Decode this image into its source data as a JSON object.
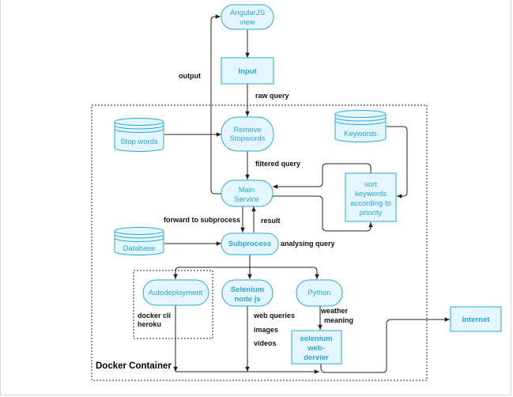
{
  "container_title": "Docker Container",
  "nodes": {
    "angular": [
      "AngularJS",
      "view"
    ],
    "input": [
      "Input"
    ],
    "stopwords_db": [
      "Stop words"
    ],
    "remove_stopwords": [
      "Remove",
      "Stopwords"
    ],
    "keywords_db": [
      "Keywords"
    ],
    "sort_keywords": [
      "sort",
      "keywords",
      "according to",
      "priority"
    ],
    "main_service": [
      "Main",
      "Service"
    ],
    "database": [
      "Database"
    ],
    "subprocess": [
      "Subprocess"
    ],
    "autodeployment": [
      "Autodeployment"
    ],
    "selenium_node": [
      "Selenium",
      "node js"
    ],
    "python": [
      "Python"
    ],
    "selenium_webdriver": [
      "selenium",
      "web-",
      "dervier"
    ],
    "internet": [
      "Internet"
    ]
  },
  "edge_labels": {
    "output": "output",
    "raw_query": "raw query",
    "filtered_query": "filtered query",
    "forward": "forward to subprocess",
    "result": "result",
    "analysing": "analysing query",
    "docker_cli": "docker cli",
    "heroku": "heroku",
    "web_queries": "web queries",
    "images": "images",
    "videos": "videos",
    "weather": "weather",
    "meaning": "meaning"
  }
}
